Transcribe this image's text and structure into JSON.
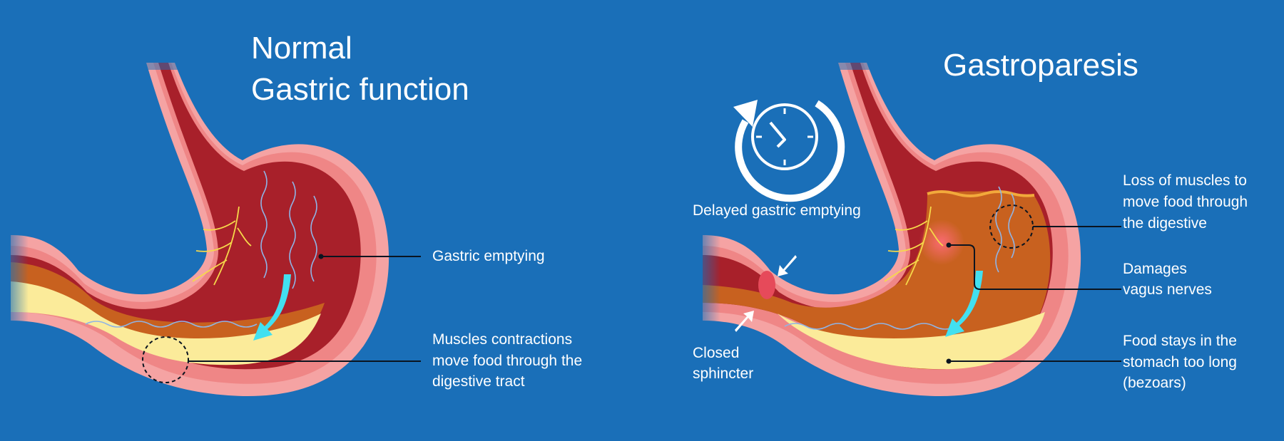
{
  "left_panel": {
    "title_line1": "Normal",
    "title_line2": "Gastric function",
    "label_gastric_emptying": "Gastric emptying",
    "label_contractions": [
      "Muscles contractions",
      "move food through the",
      "digestive tract"
    ]
  },
  "right_panel": {
    "title": "Gastroparesis",
    "label_delayed": "Delayed gastric emptying",
    "label_loss_muscles": [
      "Loss of muscles to",
      "move food through",
      "the digestive"
    ],
    "label_damages": [
      "Damages",
      "vagus nerves"
    ],
    "label_food_stays": [
      "Food stays in the",
      "stomach too long",
      "(bezoars)"
    ],
    "label_sphincter": [
      "Closed",
      "sphincter"
    ]
  },
  "colors": {
    "background": "#1a6fb8",
    "stomach_outer": "#f5a3a3",
    "stomach_wall": "#ef8686",
    "lumen": "#a8202a",
    "food": "#fbeb9a",
    "muscle_layer": "#c8611f",
    "arrow": "#42e0f0",
    "leader_line": "#0a1420",
    "text": "#ffffff"
  },
  "icons": [
    "clock-icon",
    "circular-arrow-icon"
  ]
}
